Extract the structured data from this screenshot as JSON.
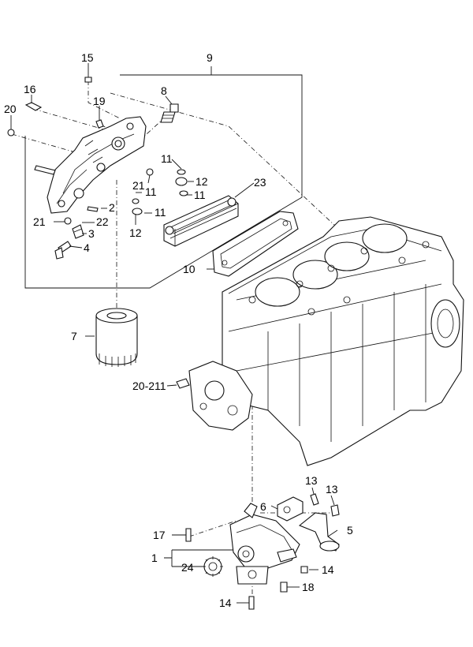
{
  "diagram": {
    "callouts": [
      {
        "id": "c15",
        "text": "15"
      },
      {
        "id": "c9",
        "text": "9"
      },
      {
        "id": "c16",
        "text": "16"
      },
      {
        "id": "c8",
        "text": "8"
      },
      {
        "id": "c20",
        "text": "20"
      },
      {
        "id": "c19",
        "text": "19"
      },
      {
        "id": "c11a",
        "text": "11"
      },
      {
        "id": "c12a",
        "text": "12"
      },
      {
        "id": "c11b",
        "text": "11"
      },
      {
        "id": "c23",
        "text": "23"
      },
      {
        "id": "c21a",
        "text": "21"
      },
      {
        "id": "c11c",
        "text": "11"
      },
      {
        "id": "c2",
        "text": "2"
      },
      {
        "id": "c11d",
        "text": "11"
      },
      {
        "id": "c21b",
        "text": "21"
      },
      {
        "id": "c22",
        "text": "22"
      },
      {
        "id": "c3",
        "text": "3"
      },
      {
        "id": "c12b",
        "text": "12"
      },
      {
        "id": "c4",
        "text": "4"
      },
      {
        "id": "c10",
        "text": "10"
      },
      {
        "id": "c7",
        "text": "7"
      },
      {
        "id": "c20-211",
        "text": "20-211"
      },
      {
        "id": "c13a",
        "text": "13"
      },
      {
        "id": "c13b",
        "text": "13"
      },
      {
        "id": "c6",
        "text": "6"
      },
      {
        "id": "c5",
        "text": "5"
      },
      {
        "id": "c17",
        "text": "17"
      },
      {
        "id": "c1",
        "text": "1"
      },
      {
        "id": "c24",
        "text": "24"
      },
      {
        "id": "c14a",
        "text": "14"
      },
      {
        "id": "c18",
        "text": "18"
      },
      {
        "id": "c14b",
        "text": "14"
      }
    ]
  }
}
